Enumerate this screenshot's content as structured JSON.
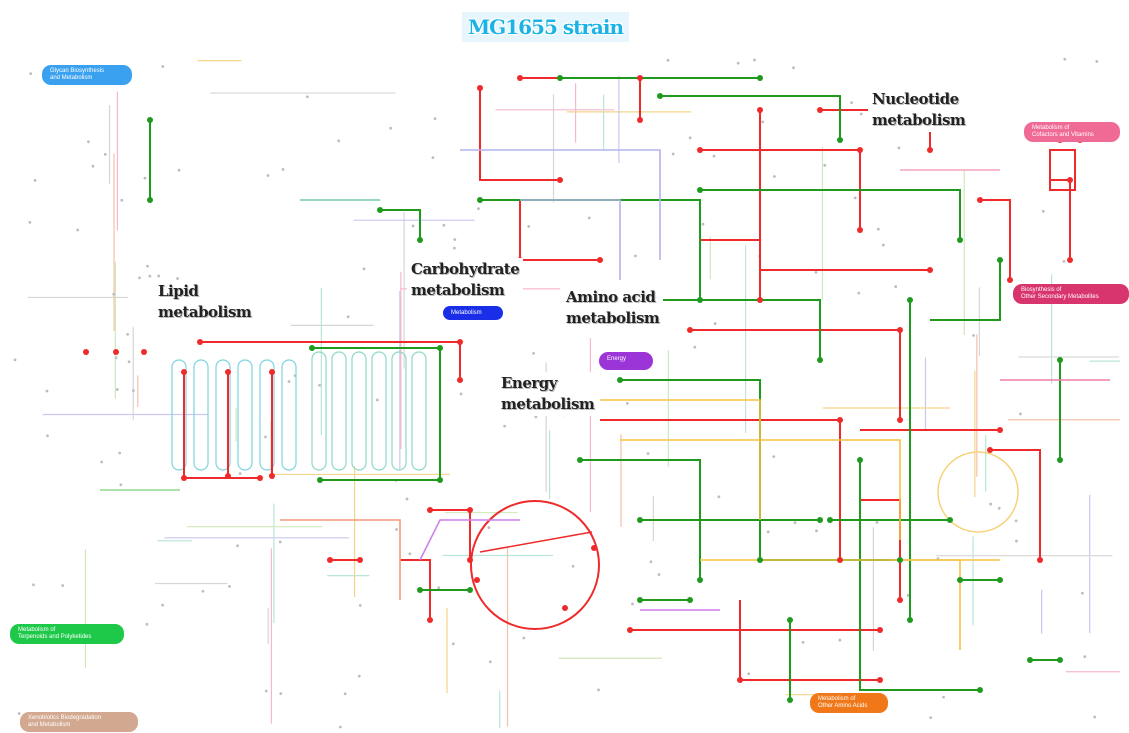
{
  "title": "MG1655 strain",
  "category_labels": {
    "glycan": [
      "Glycan Biosynthesis",
      "and Metabolism"
    ],
    "cofactors": [
      "Metabolism of",
      "Cofactors and Vitamins"
    ],
    "secondary": [
      "Biosynthesis of",
      "Other Secondary Metabolites"
    ],
    "carbohydrate_pill": [
      "Metabolism"
    ],
    "energy_pill": [
      "Energy"
    ],
    "terpenoids": [
      "Metabolism of",
      "Terpenoids and Polyketides"
    ],
    "xenobiotics": [
      "Xenobiotics Biodegradation",
      "and Metabolism"
    ],
    "other_amino": [
      "Metabolism of",
      "Other Amino Acids"
    ]
  },
  "annotations": {
    "nucleotide": [
      "Nucleotide",
      "metabolism"
    ],
    "lipid": [
      "Lipid",
      "metabolism"
    ],
    "carbohydrate": [
      "Carbohydrate",
      "metabolism"
    ],
    "amino_acid": [
      "Amino acid",
      "metabolism"
    ],
    "energy": [
      "Energy",
      "metabolism"
    ]
  },
  "colors": {
    "title": "#1bb3e6",
    "highlight_red": "#ee2a2a",
    "highlight_green": "#1f9a1f",
    "glycan": "#3aa0f0",
    "cofactors": "#f06a96",
    "secondary": "#d8356e",
    "carbohydrate": "#1a2ee8",
    "energy": "#9c35d8",
    "terpenoids": "#1ec94a",
    "xenobiotics": "#d2a890",
    "other_amino": "#f07818"
  }
}
